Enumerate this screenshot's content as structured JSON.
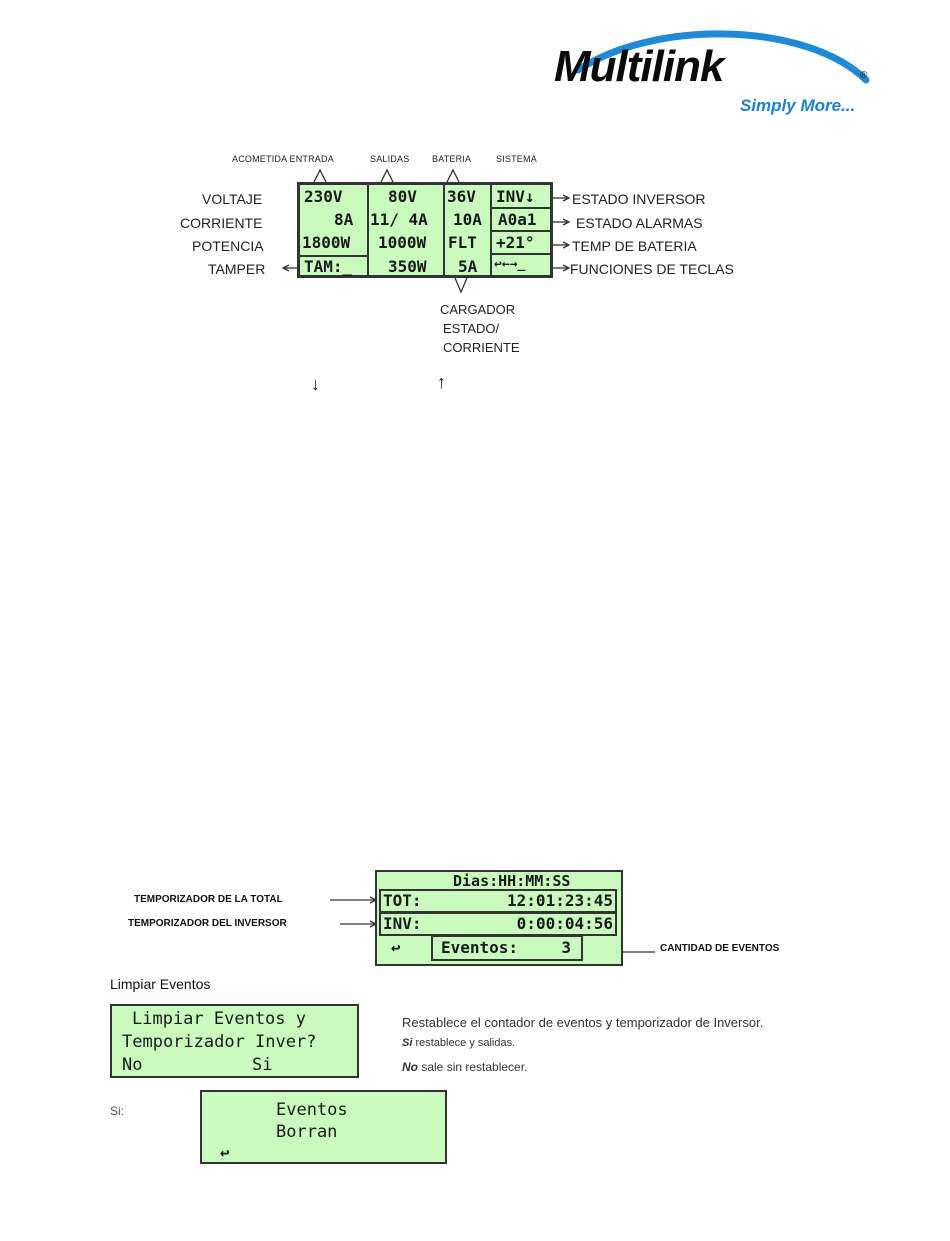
{
  "logo": {
    "brand": "Multilink",
    "tagline": "Simply More...",
    "registered": "®"
  },
  "main_display": {
    "column_headers": [
      "ACOMETIDA ENTRADA",
      "SALIDAS",
      "BATERIA",
      "SISTEMA"
    ],
    "row_labels": [
      "VOLTAJE",
      "CORRIENTE",
      "POTENCIA",
      "TAMPER"
    ],
    "right_labels": [
      "ESTADO INVERSOR",
      "ESTADO ALARMAS",
      "TEMP DE BATERIA",
      "FUNCIONES DE TECLAS"
    ],
    "cells": {
      "entrada": [
        "230V",
        "8A",
        "1800W",
        "TAM:_"
      ],
      "salidas": [
        "80V",
        "11/ 4A",
        "1000W",
        "350W"
      ],
      "bateria": [
        "36V",
        "10A",
        "FLT",
        "5A"
      ],
      "sistema": [
        "INV↓",
        "A0a1",
        "+21°",
        "↩←→_"
      ]
    },
    "charger_label": [
      "CARGADOR",
      "ESTADO/",
      "CORRIENTE"
    ],
    "arrows": [
      "↓",
      "↑"
    ]
  },
  "timer_display": {
    "header": "Dias:HH:MM:SS",
    "rows": [
      {
        "key": "TOT:",
        "value": "12:01:23:45",
        "label": "TEMPORIZADOR DE LA TOTAL"
      },
      {
        "key": "INV:",
        "value": "0:00:04:56",
        "label": "TEMPORIZADOR DEL INVERSOR"
      }
    ],
    "back": "↩",
    "events_key": "Eventos:",
    "events_value": "3",
    "events_label": "CANTIDAD DE EVENTOS"
  },
  "clear_section": {
    "title": "Limpiar Eventos",
    "lcd_lines": [
      "Limpiar Eventos y",
      "Temporizador Inver?"
    ],
    "option_no": "No",
    "option_si": "Si",
    "desc_main": "Restablece el contador de eventos y temporizador de Inversor.",
    "desc_si_key": "Si",
    "desc_si": "restablece y salidas.",
    "desc_no_key": "No",
    "desc_no": "sale sin restablecer.",
    "si_label": "Si:",
    "result_lines": [
      "Eventos",
      "Borran"
    ],
    "result_back": "↩"
  }
}
